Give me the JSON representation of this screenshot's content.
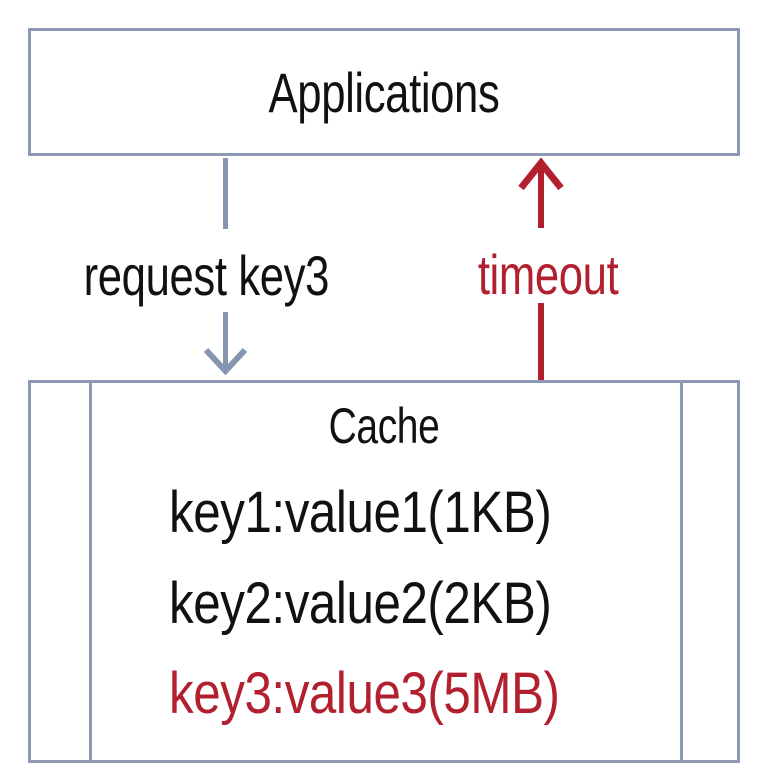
{
  "diagram": {
    "applications_label": "Applications",
    "request_label": "request key3",
    "timeout_label": "timeout",
    "cache": {
      "title": "Cache",
      "entries": [
        {
          "text": "key1:value1(1KB)",
          "status": "normal"
        },
        {
          "text": "key2:value2(2KB)",
          "status": "normal"
        },
        {
          "text": "key3:value3(5MB)",
          "status": "timeout-highlight"
        }
      ]
    },
    "colors": {
      "box_border": "#8c9bb3",
      "connector_gray": "#8496b0",
      "alert_red": "#b21f2e",
      "text_black": "#111111"
    }
  }
}
